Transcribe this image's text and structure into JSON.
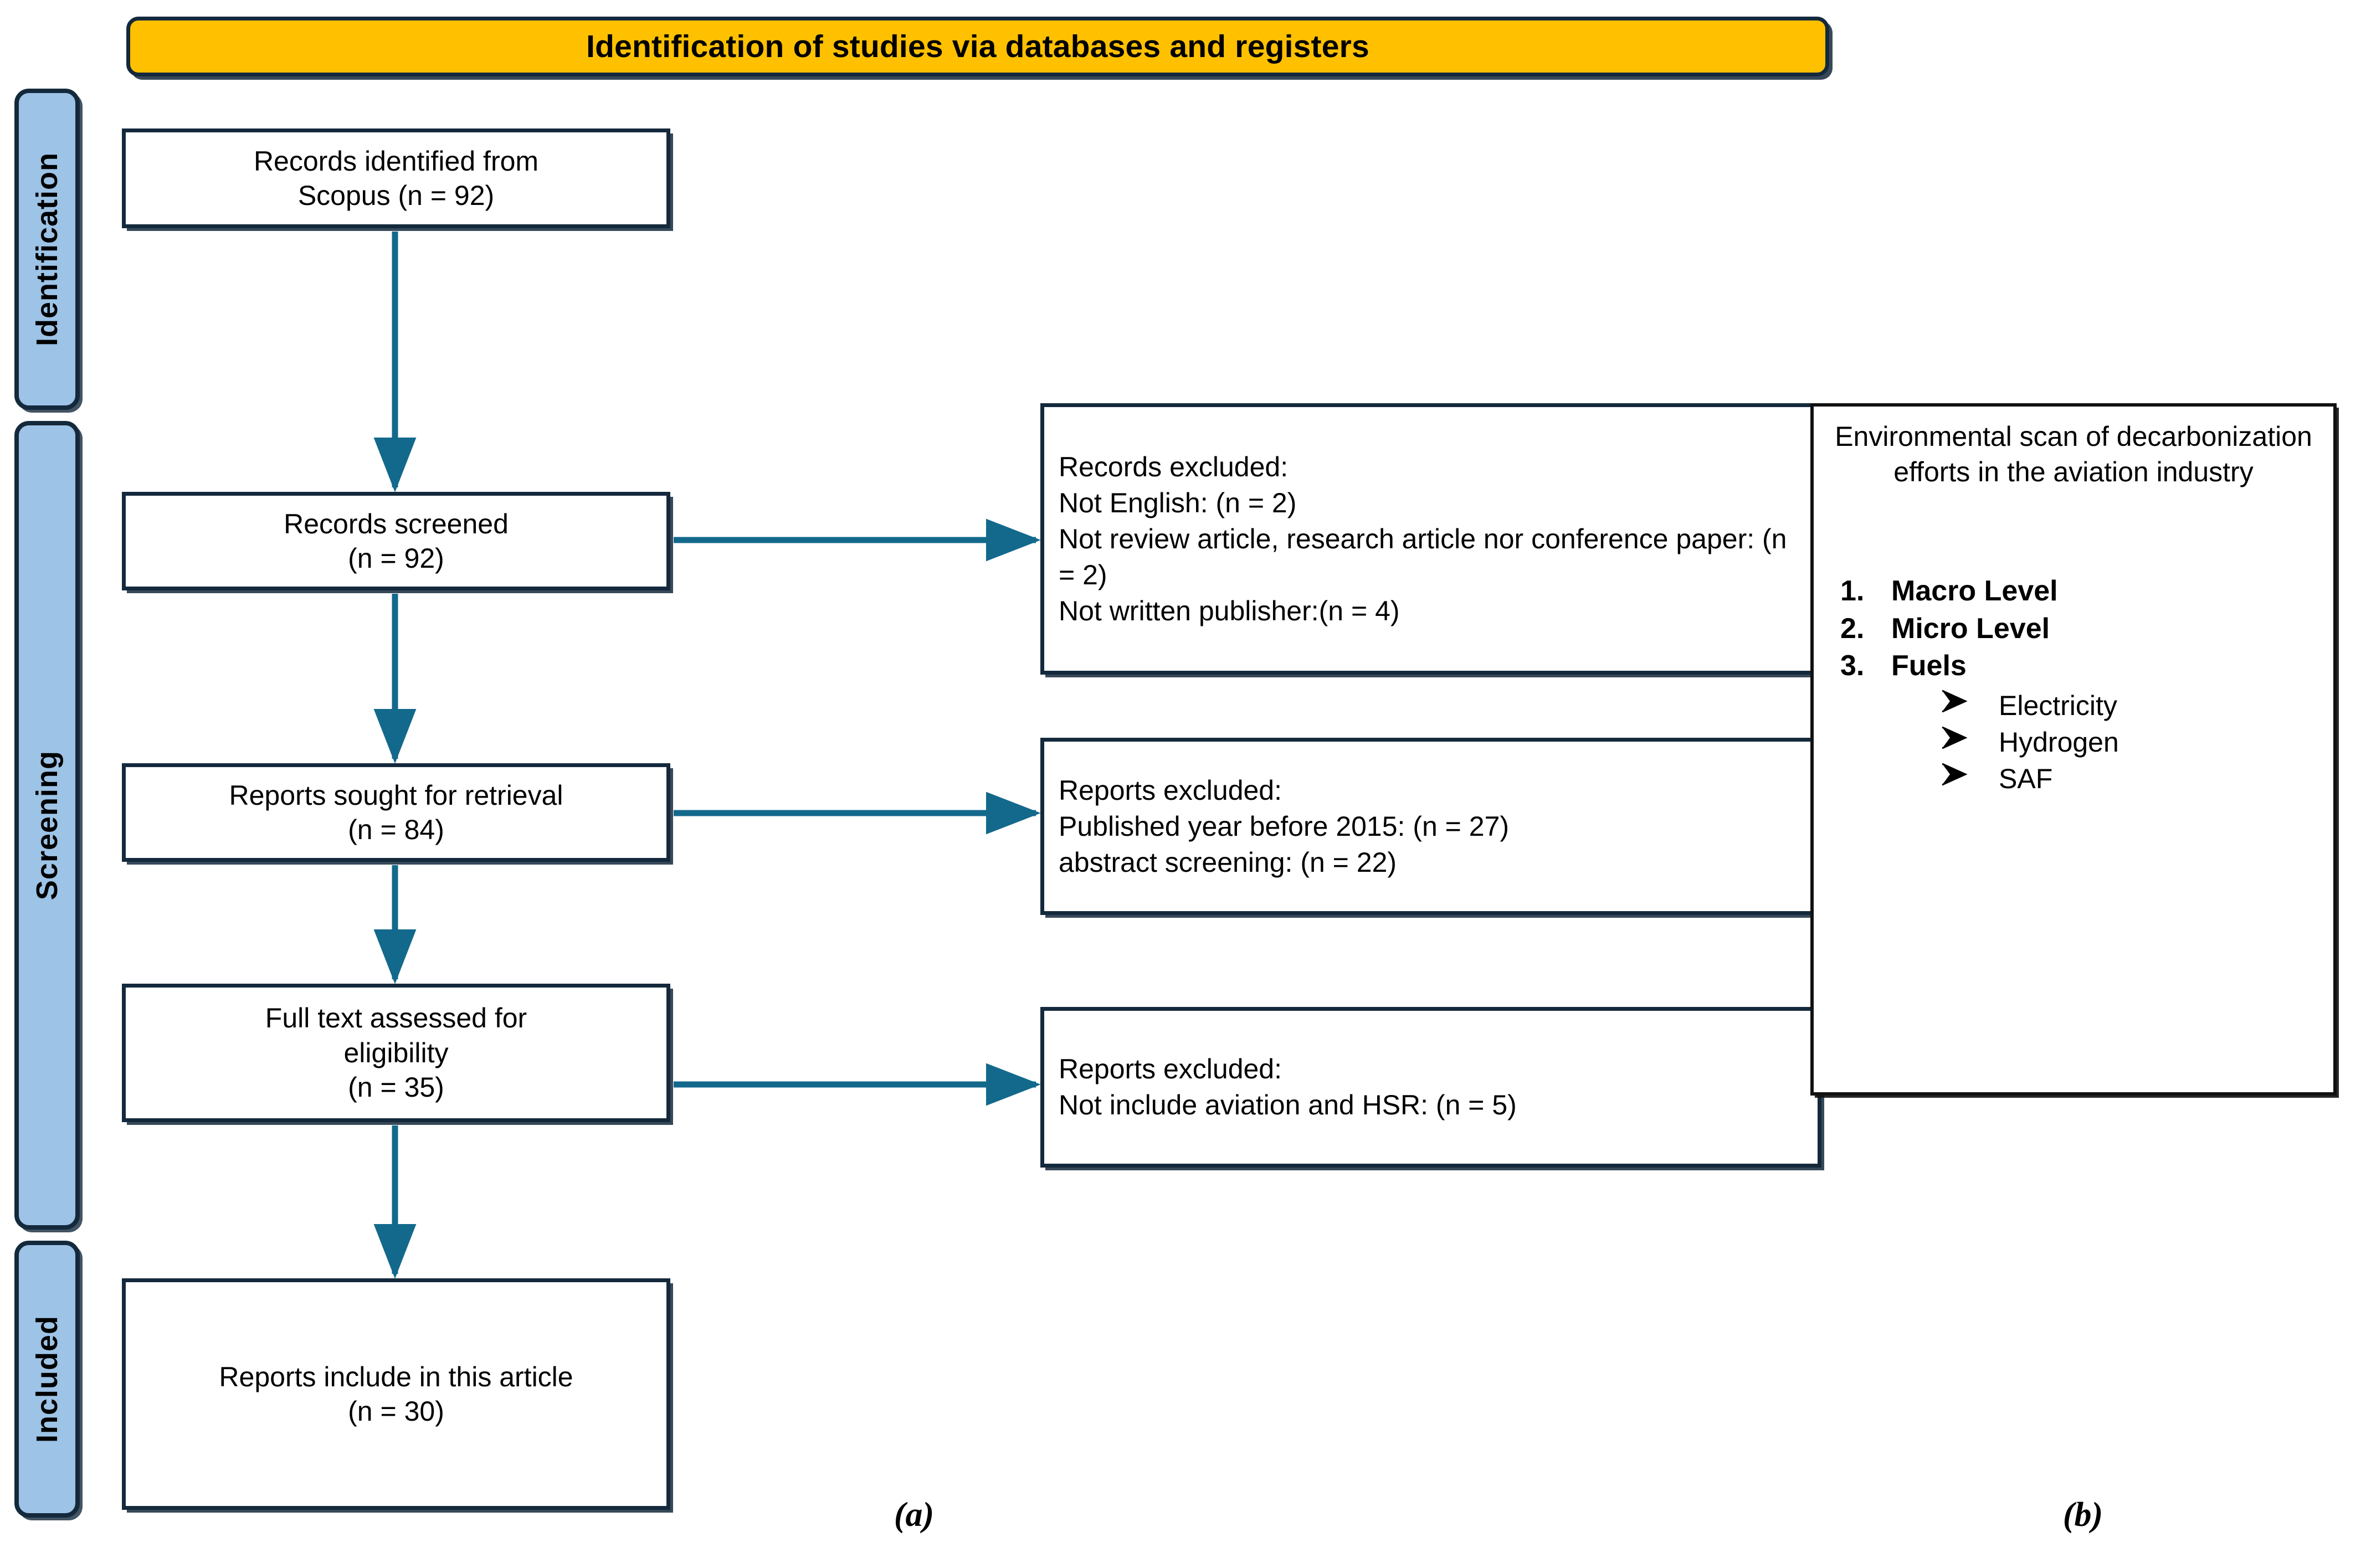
{
  "figure": {
    "banner": {
      "title": "Identification of studies via databases and registers"
    },
    "stages": [
      {
        "id": "identification",
        "label": "Identification"
      },
      {
        "id": "screening",
        "label": "Screening"
      },
      {
        "id": "included",
        "label": "Included"
      }
    ],
    "flow_boxes": [
      {
        "id": "records-identified",
        "line1": "Records identified from",
        "line2": "Scopus (n = 92)",
        "n": 92
      },
      {
        "id": "records-screened",
        "line1": "Records screened",
        "line2": "(n = 92)",
        "n": 92
      },
      {
        "id": "reports-sought",
        "line1": "Reports sought for retrieval",
        "line2": "(n = 84)",
        "n": 84
      },
      {
        "id": "full-text-assessed",
        "line1": "Full text assessed for",
        "line2": "eligibility",
        "line3": "(n = 35)",
        "n": 35
      },
      {
        "id": "reports-included",
        "line1": "Reports include in this article",
        "line2": "(n = 30)",
        "n": 30
      }
    ],
    "exclusion_boxes": [
      {
        "id": "records-excluded",
        "heading": "Records excluded:",
        "reasons": [
          "Not English: (n = 2)",
          "Not review article, research article nor conference paper: (n = 2)",
          "Not written publisher:(n = 4)"
        ]
      },
      {
        "id": "reports-excluded-screening",
        "heading": "Reports excluded:",
        "reasons": [
          "Published year before 2015: (n = 27)",
          "abstract screening: (n = 22)"
        ]
      },
      {
        "id": "reports-excluded-eligibility",
        "heading": "Reports excluded:",
        "reasons": [
          "Not include aviation and HSR: (n = 5)"
        ]
      }
    ],
    "panel_b": {
      "title": "Environmental scan of decarbonization efforts in the aviation industry",
      "items": [
        {
          "num": "1.",
          "label": "Macro Level"
        },
        {
          "num": "2.",
          "label": "Micro Level"
        },
        {
          "num": "3.",
          "label": "Fuels"
        }
      ],
      "sub_items": [
        {
          "bullet": "arrow-bullet-icon",
          "label": "Electricity"
        },
        {
          "bullet": "arrow-bullet-icon",
          "label": "Hydrogen"
        },
        {
          "bullet": "arrow-bullet-icon",
          "label": "SAF"
        }
      ]
    },
    "captions": {
      "a": "(a)",
      "b": "(b)"
    },
    "colors": {
      "banner_fill": "#FFC000",
      "stage_fill": "#9DC3E6",
      "box_border": "#14293C",
      "connector": "#13698C",
      "panel_b_border": "#111111",
      "text": "#000000"
    }
  }
}
